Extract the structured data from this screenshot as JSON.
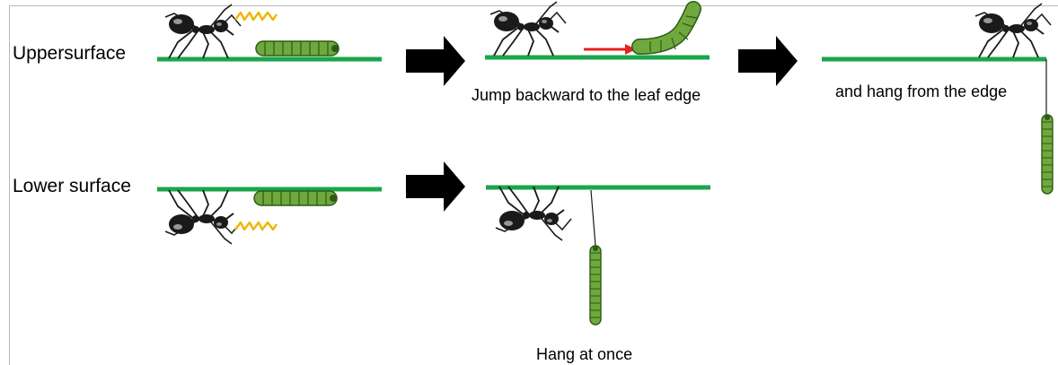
{
  "rows": {
    "upper": {
      "label": "Uppersurface"
    },
    "lower": {
      "label": "Lower surface"
    }
  },
  "captions": {
    "jump_backward": "Jump backward to the leaf edge",
    "hang_from_edge": "and hang from the edge",
    "hang_at_once": "Hang at once"
  },
  "colors": {
    "leaf": "#1aa64a",
    "arrow": "#000000",
    "jump_arrow": "#e8211d",
    "caterpillar": "#6fa83c",
    "caterpillar_dark": "#2e5a17",
    "ant": "#1a1a1a",
    "attack_burst": "#f0b400"
  },
  "icons": {
    "ant": "ant-icon",
    "caterpillar": "caterpillar-icon",
    "attack": "attack-burst-icon",
    "step": "block-arrow-icon"
  }
}
